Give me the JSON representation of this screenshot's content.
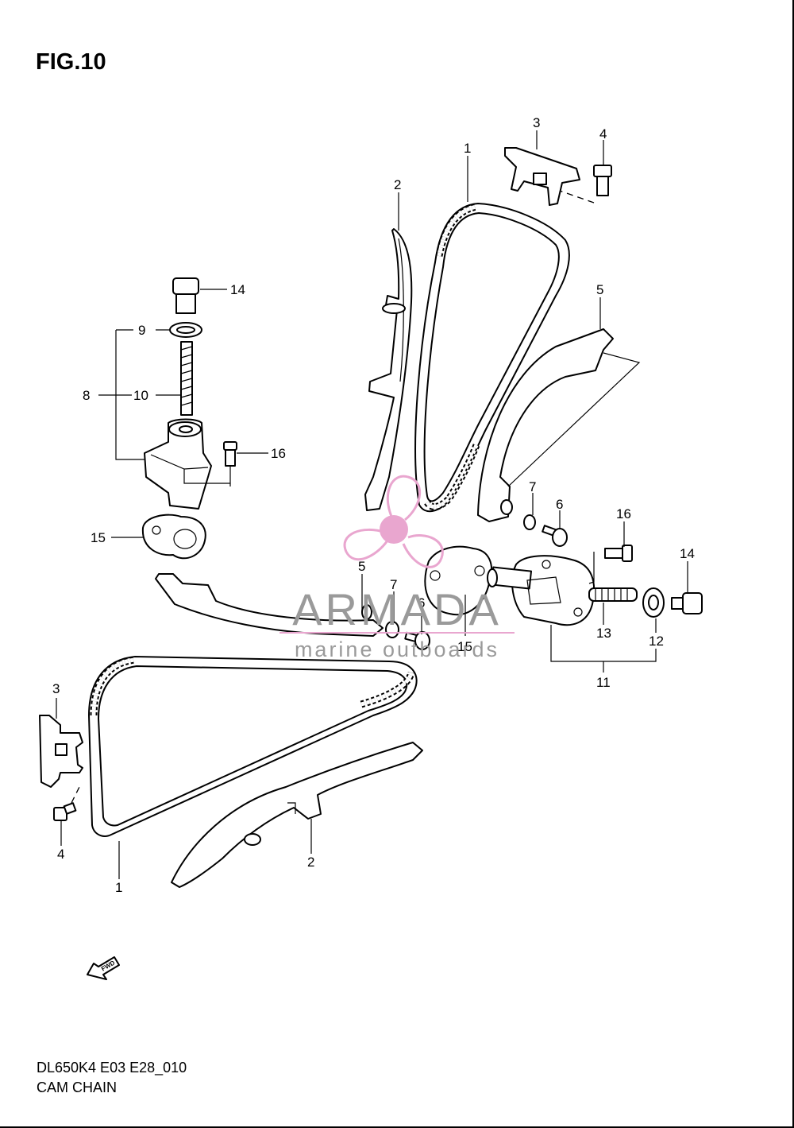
{
  "figure": {
    "title": "FIG.10",
    "code": "DL650K4 E03 E28_010",
    "name": "CAM CHAIN"
  },
  "watermark": {
    "brand": "ARMADA",
    "tagline": "marine outboards",
    "color_pink": "#e9a6cf",
    "color_gray": "#9a9a9a"
  },
  "fwd_arrow": {
    "label": "FWD"
  },
  "callouts": {
    "c1_top": "1",
    "c2_top": "2",
    "c3_top": "3",
    "c4_top": "4",
    "c5_top": "5",
    "c7_top": "7",
    "c6_top": "6",
    "c16_right": "16",
    "c14_right": "14",
    "c14_left": "14",
    "c9": "9",
    "c8": "8",
    "c10": "10",
    "c16_left": "16",
    "c15_left": "15",
    "c5_mid": "5",
    "c7_mid": "7",
    "c6_mid": "6",
    "c15_mid": "15",
    "c13": "13",
    "c12": "12",
    "c11": "11",
    "c3_bot": "3",
    "c4_bot": "4",
    "c1_bot": "1",
    "c2_bot": "2"
  }
}
